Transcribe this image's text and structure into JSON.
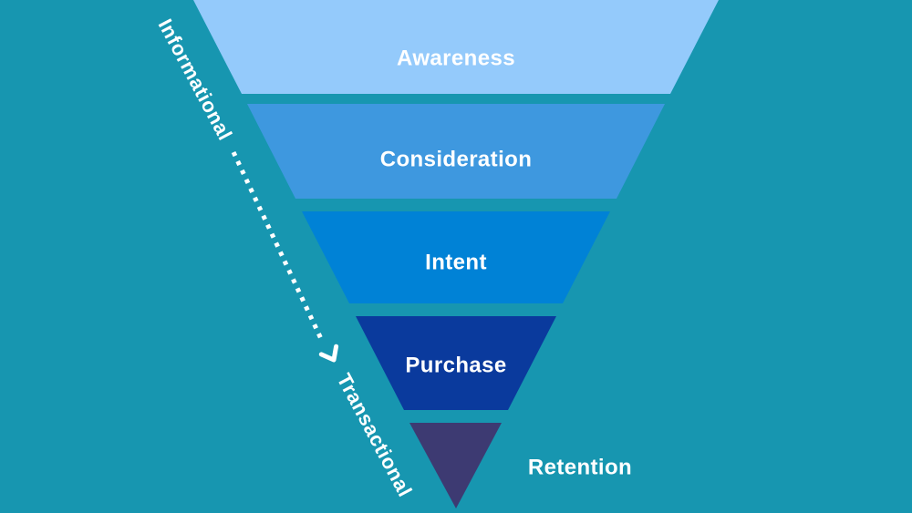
{
  "background_color": "#1796B0",
  "text_color": "#FFFFFF",
  "funnel": {
    "stages": [
      {
        "label": "Awareness",
        "color": "#94CAFB"
      },
      {
        "label": "Consideration",
        "color": "#3E98DF"
      },
      {
        "label": "Intent",
        "color": "#0082D6"
      },
      {
        "label": "Purchase",
        "color": "#0A3A9D"
      },
      {
        "label": "Retention",
        "color": "#3D3A72"
      }
    ]
  },
  "journey_axis": {
    "start_label": "Informational",
    "end_label": "Transactional",
    "arrow_color": "#FFFFFF"
  }
}
